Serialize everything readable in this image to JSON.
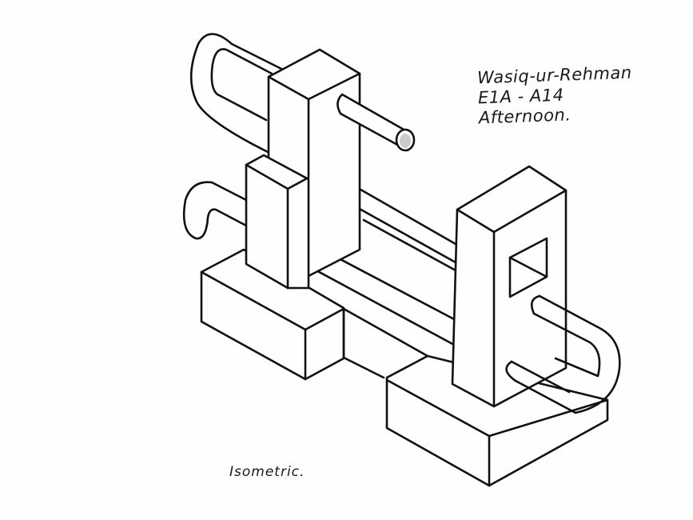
{
  "drawing": {
    "type": "isometric engineering sketch",
    "subject": "machine block assembly with rods, U-shaped pipe bends and stepped base"
  },
  "author_block": {
    "name": "Wasiq-ur-Rehman",
    "section": "E1A - A14",
    "session": "Afternoon."
  },
  "caption": {
    "label": "Isometric."
  },
  "colors": {
    "paper": "#fefefe",
    "ink": "#111111"
  }
}
